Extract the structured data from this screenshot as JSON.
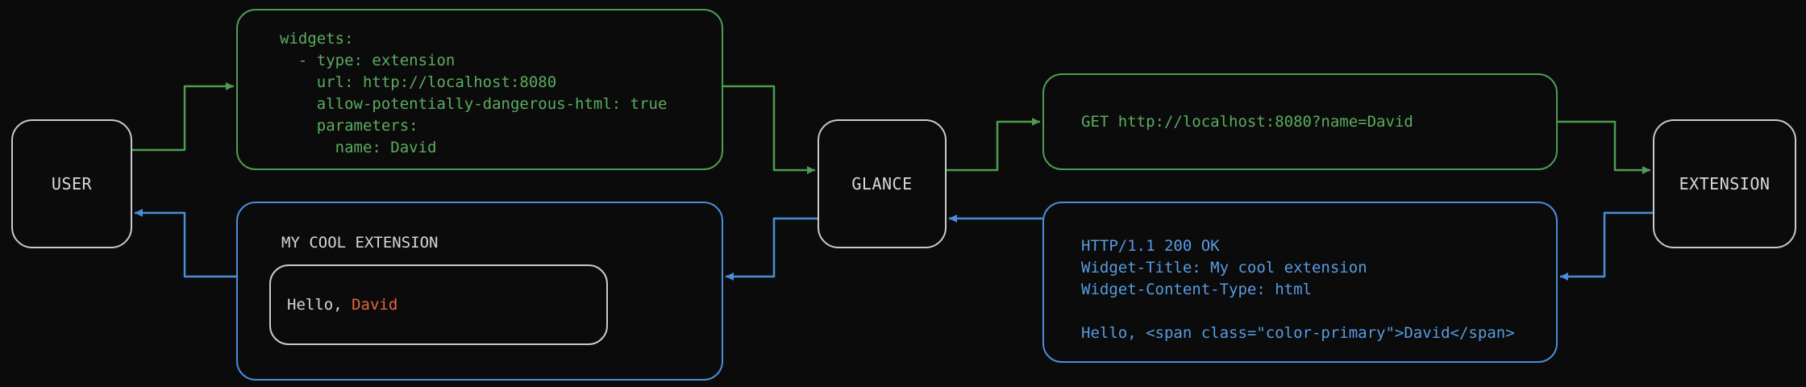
{
  "colors": {
    "background": "#0b0b0b",
    "request_green": "#4e9b52",
    "response_blue": "#4a8dd8",
    "node_border_white": "#c9c9c9",
    "text_white": "#d6d6d6",
    "name_orange": "#e5683f"
  },
  "nodes": {
    "user": {
      "label": "USER"
    },
    "glance": {
      "label": "GLANCE"
    },
    "extension": {
      "label": "EXTENSION"
    }
  },
  "config_box": {
    "code": "widgets:\n  - type: extension\n    url: http://localhost:8080\n    allow-potentially-dangerous-html: true\n    parameters:\n      name: David"
  },
  "request_box": {
    "code": "GET http://localhost:8080?name=David"
  },
  "response_box": {
    "code": "HTTP/1.1 200 OK\nWidget-Title: My cool extension\nWidget-Content-Type: html\n\nHello, <span class=\"color-primary\">David</span>"
  },
  "widget_preview": {
    "title": "MY COOL EXTENSION",
    "greeting_prefix": "Hello, ",
    "greeting_name": "David"
  }
}
